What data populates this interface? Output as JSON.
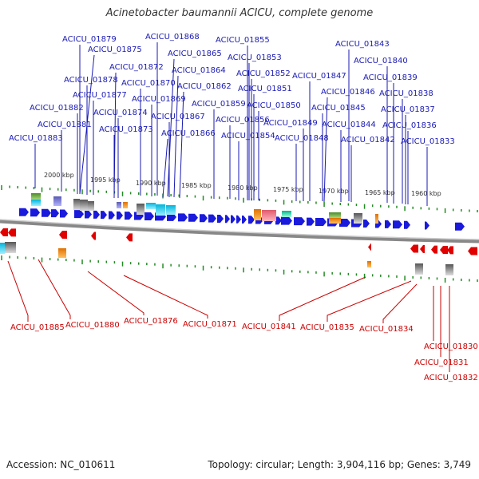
{
  "title": "Acinetobacter baumannii ACICU, complete genome",
  "footer": {
    "accession": "Accession: NC_010611",
    "summary": "Topology: circular; Length: 3,904,116 bp; Genes: 3,749"
  },
  "colors": {
    "forward_gene": "#1a1adc",
    "reverse_gene": "#e00000",
    "backbone": "#888888",
    "tick": "#228b22",
    "forward_label": "#1a1ab4",
    "reverse_label": "#cc0000"
  },
  "kbp_ticks": [
    "2000 kbp",
    "1995 kbp",
    "1990 kbp",
    "1985 kbp",
    "1980 kbp",
    "1975 kbp",
    "1970 kbp",
    "1965 kbp",
    "1960 kbp"
  ],
  "forward_labels": [
    "ACICU_01879",
    "ACICU_01875",
    "ACICU_01868",
    "ACICU_01865",
    "ACICU_01855",
    "ACICU_01853",
    "ACICU_01872",
    "ACICU_01864",
    "ACICU_01852",
    "ACICU_01878",
    "ACICU_01870",
    "ACICU_01862",
    "ACICU_01847",
    "ACICU_01877",
    "ACICU_01869",
    "ACICU_01859",
    "ACICU_01851",
    "ACICU_01882",
    "ACICU_01874",
    "ACICU_01867",
    "ACICU_01850",
    "ACICU_01881",
    "ACICU_01856",
    "ACICU_01849",
    "ACICU_01873",
    "ACICU_01866",
    "ACICU_01854",
    "ACICU_01883",
    "ACICU_01848",
    "ACICU_01843",
    "ACICU_01840",
    "ACICU_01839",
    "ACICU_01846",
    "ACICU_01838",
    "ACICU_01845",
    "ACICU_01837",
    "ACICU_01844",
    "ACICU_01836",
    "ACICU_01842",
    "ACICU_01833"
  ],
  "reverse_labels": [
    "ACICU_01885",
    "ACICU_01880",
    "ACICU_01876",
    "ACICU_01871",
    "ACICU_01841",
    "ACICU_01835",
    "ACICU_01834",
    "ACICU_01830",
    "ACICU_01831",
    "ACICU_01832"
  ]
}
